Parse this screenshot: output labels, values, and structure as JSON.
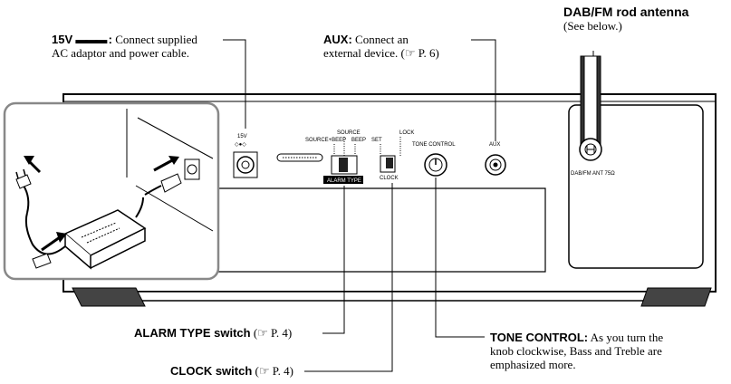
{
  "callouts": {
    "power": {
      "title": "15V",
      "symbol": "▬▬▬",
      "colon": ":",
      "text_line1": "Connect supplied",
      "text_line2": "AC adaptor and power cable."
    },
    "aux": {
      "title": "AUX:",
      "text_line1": "Connect an",
      "text_line2": "external device. (☞ P. 6)"
    },
    "antenna": {
      "title": "DAB/FM rod antenna",
      "text": "(See below.)"
    },
    "alarm_type": {
      "title": "ALARM TYPE switch",
      "ref": "(☞ P. 4)"
    },
    "clock": {
      "title": "CLOCK switch",
      "ref": "(☞ P. 4)"
    },
    "tone": {
      "title": "TONE CONTROL:",
      "text_line1": "As you turn the",
      "text_line2": "knob clockwise, Bass and Treble are",
      "text_line3": "emphasized more."
    }
  },
  "panel_labels": {
    "power_jack": "15V",
    "source": "SOURCE",
    "source_beep": "SOURCE+BEEP",
    "beep": "BEEP",
    "set": "SET",
    "lock": "LOCK",
    "alarm_type": "ALARM TYPE",
    "clock": "CLOCK",
    "tone_control": "TONE CONTROL",
    "aux": "AUX",
    "antenna": "DAB/FM ANT 75Ω"
  }
}
